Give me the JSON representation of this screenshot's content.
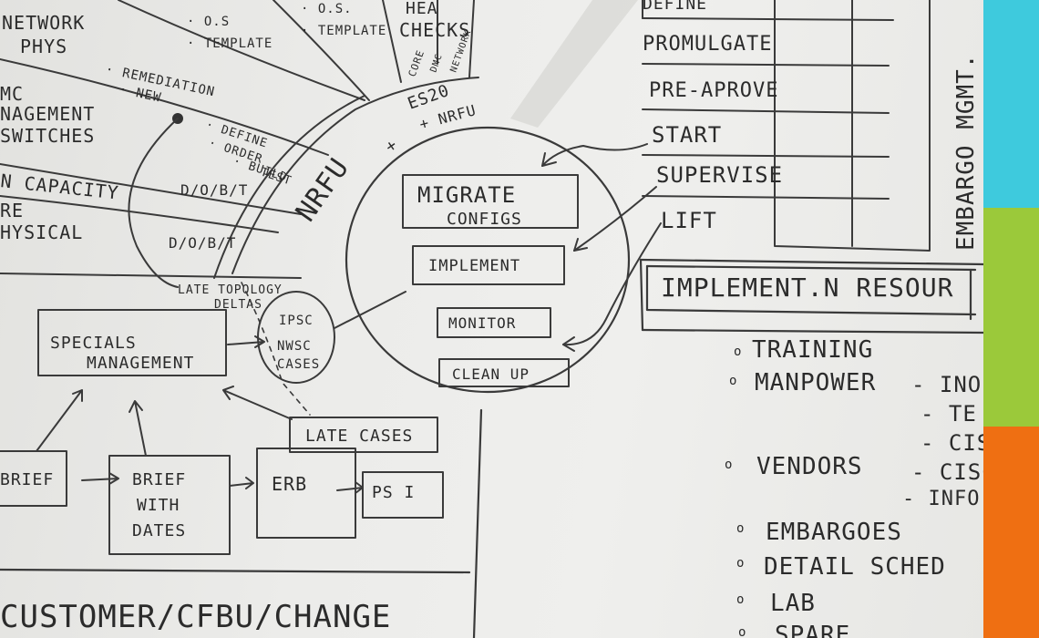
{
  "colors": {
    "strip_top": "#3ecadd",
    "strip_mid": "#9bc93a",
    "strip_bottom": "#ef6f12"
  },
  "fan": {
    "network_phys_1": "NETWORK",
    "network_phys_2": "PHYS",
    "os1": "· O.S",
    "template1": "· TEMPLATE",
    "os2": "· O.S.",
    "template2": "· TEMPLATE",
    "health": "HEA",
    "checks": "CHECKS",
    "core": "CORE",
    "dmc": "DMC",
    "network_small": "NETWORK",
    "remediation": "· REMEDIATION",
    "new": "· NEW",
    "mc": "MC",
    "management": "NAGEMENT",
    "switches": "SWITCHES",
    "define": "· DEFINE",
    "order": "· ORDER",
    "build": "· BUILD",
    "test": "TEST",
    "capacity": "N CAPACITY",
    "re": "RE",
    "physical": "HYSICAL",
    "dobt1": "D/O/B/T",
    "dobt2": "D/O/B/T",
    "nrfu": "NRFU",
    "plus": "+",
    "es20": "ES20",
    "nrfu2": "+ NRFU"
  },
  "center": {
    "migrate": "MIGRATE",
    "configs": "CONFIGS",
    "implement": "IMPLEMENT",
    "monitor": "MONITOR",
    "cleanup": "CLEAN UP"
  },
  "embargo": {
    "define": "DEFINE",
    "promulgate": "PROMULGATE",
    "preapprove": "PRE-APROVE",
    "start": "START",
    "supervise": "SUPERVISE",
    "lift": "LIFT",
    "title": "EMBARGO MGMT."
  },
  "resources": {
    "title": "IMPLEMENT.N RESOUR",
    "training": "TRAINING",
    "manpower": "MANPOWER",
    "mp_sub": [
      "- INO",
      "- TE",
      "- CISC"
    ],
    "vendors": "VENDORS",
    "v_sub": [
      "- CISC",
      "- INFO"
    ],
    "embargoes": "EMBARGOES",
    "detail": "DETAIL SCHED",
    "lab": "LAB",
    "spares": "SPARE"
  },
  "flow": {
    "late_topology": "LATE TOPOLOGY",
    "deltas": "DELTAS",
    "ipsc": "IPSC",
    "nwsc": "NWSC",
    "cases": "CASES",
    "specials": "SPECIALS",
    "management": "MANAGEMENT",
    "late_cases": "LATE CASES",
    "brief": "BRIEF",
    "brief_with": "BRIEF",
    "with": "WITH",
    "dates": "DATES",
    "erb": "ERB",
    "psi": "PS I"
  },
  "footer": {
    "text": "CUSTOMER/CFBU/CHANGE"
  }
}
